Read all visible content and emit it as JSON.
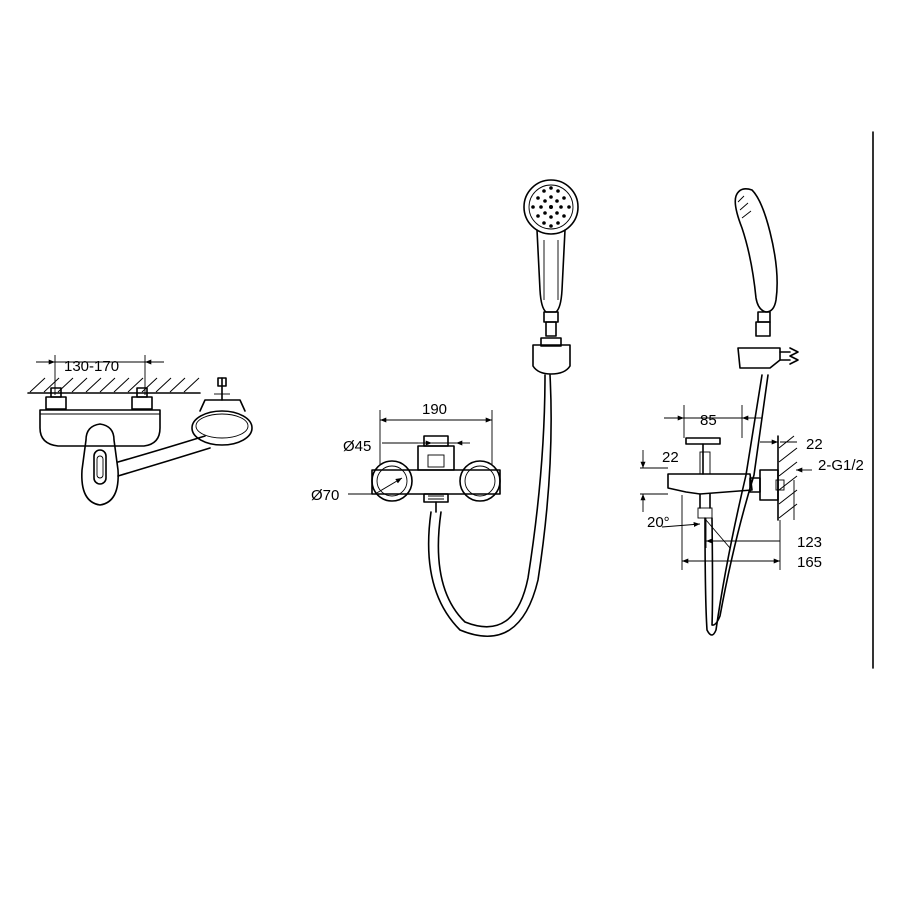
{
  "labels": {
    "top_width": "130-170",
    "width_190": "190",
    "diameter_45": "Ø45",
    "diameter_70": "Ø70",
    "side_85": "85",
    "side_22_top": "22",
    "side_22_left": "22",
    "thread": "2-G1/2",
    "angle": "20°",
    "depth_123": "123",
    "depth_165": "165"
  }
}
